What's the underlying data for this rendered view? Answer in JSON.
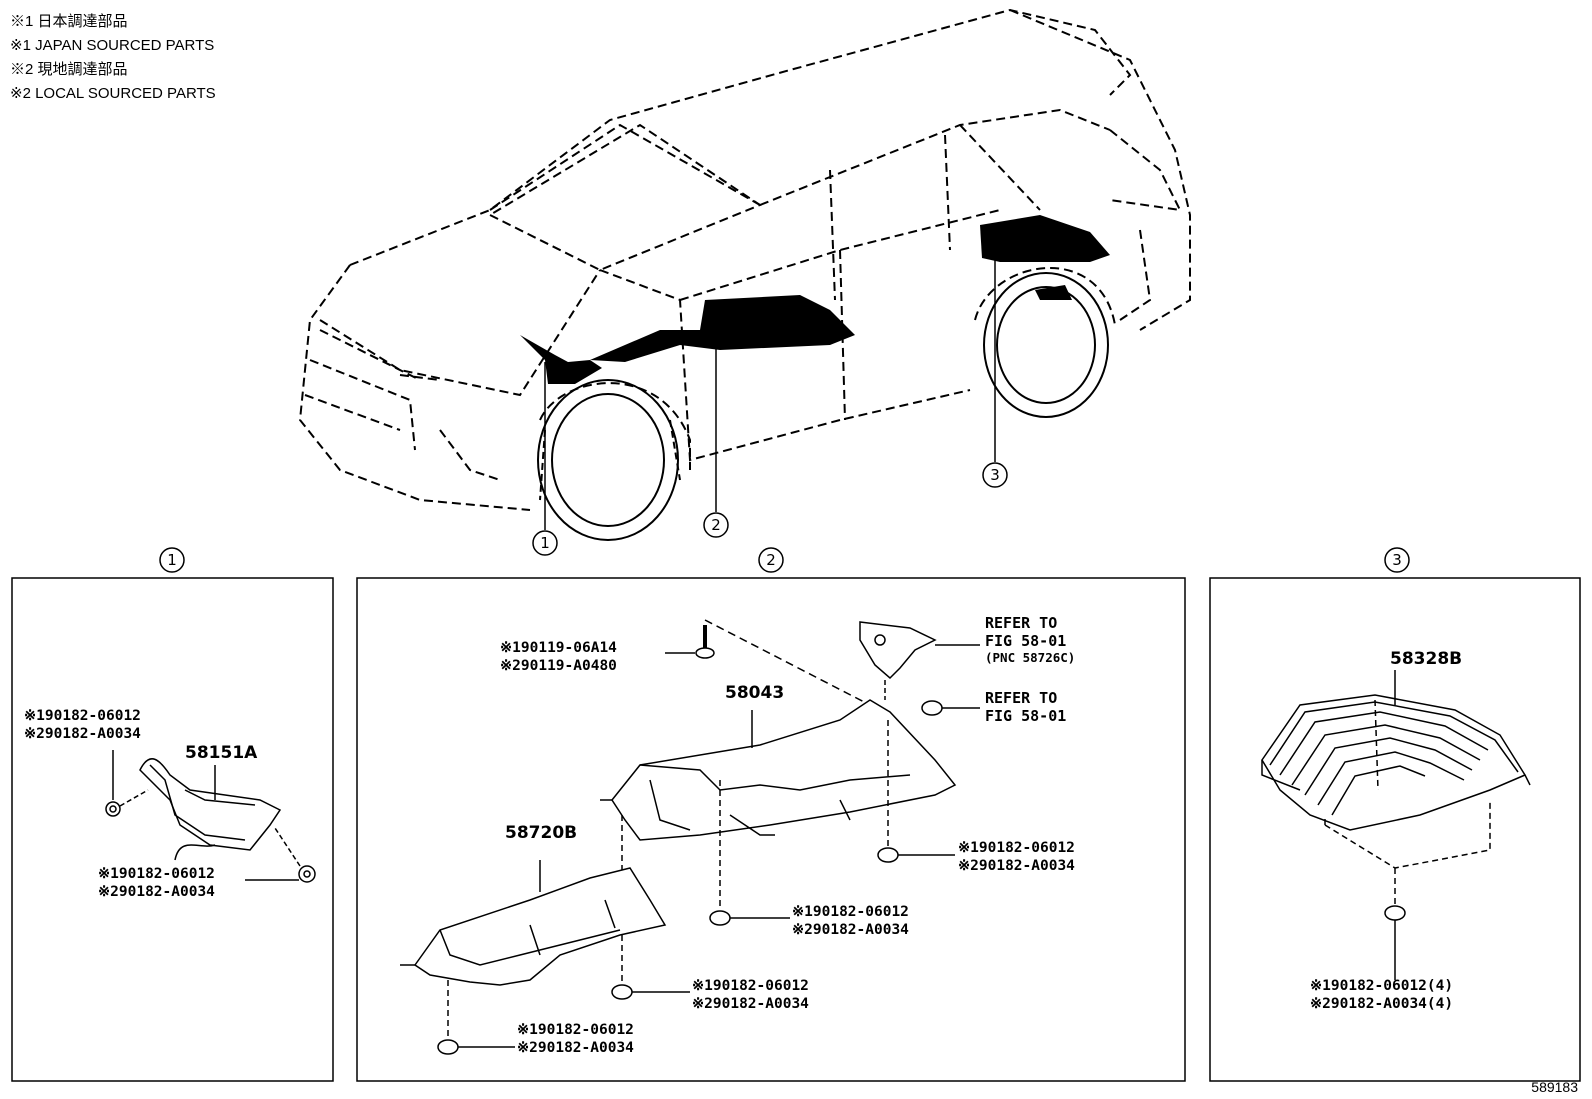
{
  "notes": [
    "※1 日本調達部品",
    "※1 JAPAN SOURCED PARTS",
    "※2 現地調達部品",
    "※2 LOCAL SOURCED PARTS"
  ],
  "callouts": {
    "one": "1",
    "two": "2",
    "three": "3"
  },
  "panel1": {
    "title": "1",
    "part": "58151A",
    "codes_top": [
      "※190182-06012",
      "※290182-A0034"
    ],
    "codes_bottom": [
      "※190182-06012",
      "※290182-A0034"
    ]
  },
  "panel2": {
    "title": "2",
    "part_upper": "58043",
    "part_lower": "58720B",
    "bolt_codes": [
      "※190119-06A14",
      "※290119-A0480"
    ],
    "refer1": [
      "REFER TO",
      "FIG 58-01",
      "(PNC 58726C)"
    ],
    "refer2": [
      "REFER TO",
      "FIG 58-01"
    ],
    "codes_right": [
      "※190182-06012",
      "※290182-A0034"
    ],
    "codes_mid": [
      "※190182-06012",
      "※290182-A0034"
    ],
    "codes_low": [
      "※190182-06012",
      "※290182-A0034"
    ],
    "codes_bottom": [
      "※190182-06012",
      "※290182-A0034"
    ]
  },
  "panel3": {
    "title": "3",
    "part": "58328B",
    "codes": [
      "※190182-06012(4)",
      "※290182-A0034(4)"
    ]
  },
  "figure_number": "589183"
}
